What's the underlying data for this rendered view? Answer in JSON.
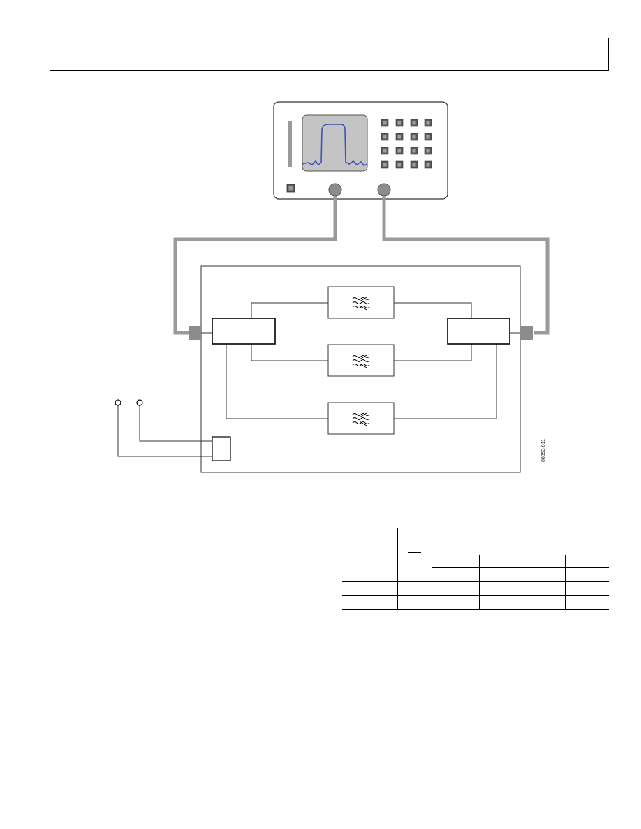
{
  "header": {
    "title": ""
  },
  "figure": {
    "code": "08853-011",
    "colors": {
      "cable": "#9a9a9a",
      "trace": "#3a55b4",
      "screen": "#c4c4c4",
      "connector": "#8c8c8c"
    },
    "icons": {
      "filter": "bandpass-filter-icon",
      "spectrum": "spectrum-trace-icon"
    }
  },
  "table": {
    "overbar_label": "",
    "rows": 3,
    "cols": 6
  }
}
